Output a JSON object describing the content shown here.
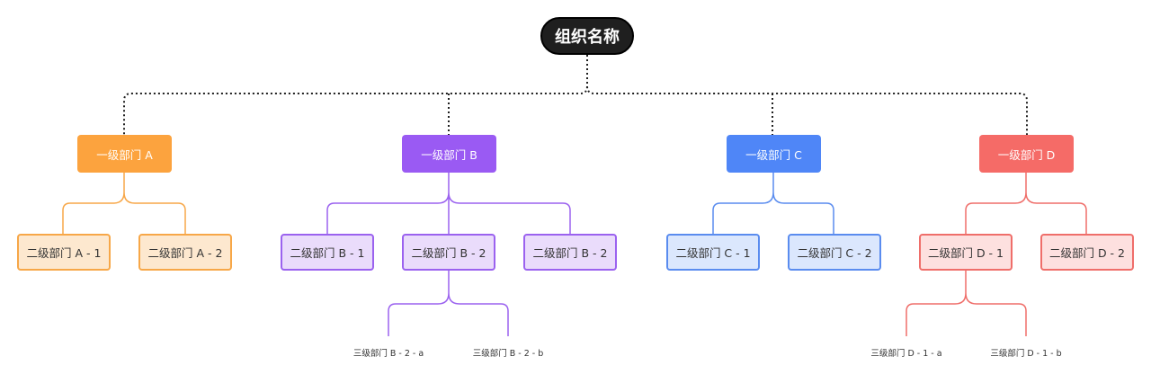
{
  "root": {
    "label": "组织名称"
  },
  "departments": [
    {
      "label": "一级部门 A",
      "color": "#fca33e",
      "children": [
        {
          "label": "二级部门 A - 1",
          "children": []
        },
        {
          "label": "二级部门 A - 2",
          "children": []
        }
      ]
    },
    {
      "label": "一级部门 B",
      "color": "#9a5af3",
      "children": [
        {
          "label": "二级部门 B - 1",
          "children": []
        },
        {
          "label": "二级部门 B - 2",
          "children": [
            "三级部门 B - 2 - a",
            "三级部门 B - 2 - b"
          ]
        },
        {
          "label": "二级部门 B - 2",
          "children": []
        }
      ]
    },
    {
      "label": "一级部门 C",
      "color": "#4f86f7",
      "children": [
        {
          "label": "二级部门 C - 1",
          "children": []
        },
        {
          "label": "二级部门 C - 2",
          "children": []
        }
      ]
    },
    {
      "label": "一级部门 D",
      "color": "#f56b67",
      "children": [
        {
          "label": "二级部门 D - 1",
          "children": [
            "三级部门 D - 1 - a",
            "三级部门 D - 1 - b"
          ]
        },
        {
          "label": "二级部门 D - 2",
          "children": []
        }
      ]
    }
  ]
}
